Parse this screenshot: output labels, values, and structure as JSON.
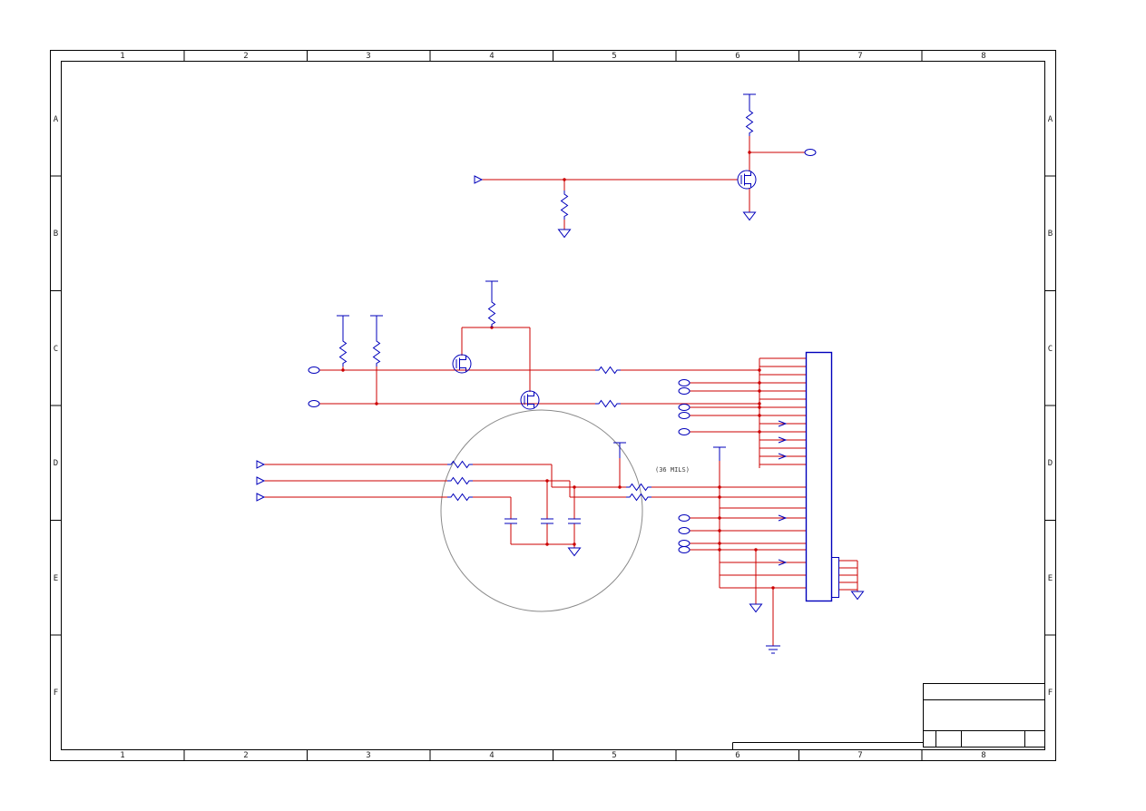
{
  "colors": {
    "background": "#ffffff",
    "frame": "#000000",
    "wire": "#cc0000",
    "component": "#0000bb",
    "outline": "#8a8a8a",
    "note": "#3a3a3a"
  },
  "grid": {
    "columns": [
      "1",
      "2",
      "3",
      "4",
      "5",
      "6",
      "7",
      "8"
    ],
    "rows": [
      "A",
      "B",
      "C",
      "D",
      "E",
      "F"
    ]
  },
  "annotations": {
    "trace_width_note": "(36 MILS)"
  }
}
